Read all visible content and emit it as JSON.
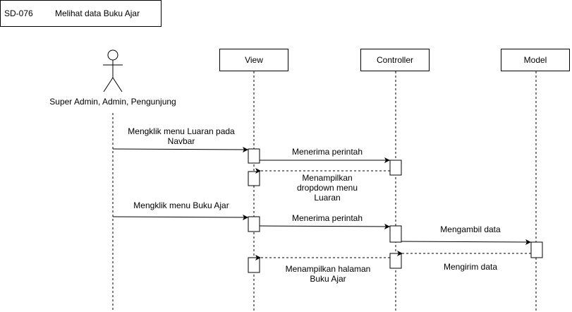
{
  "frame": {
    "id": "SD-076",
    "title": "Melihat data Buku Ajar"
  },
  "actor": {
    "label": "Super Admin, Admin, Pengunjung"
  },
  "participants": {
    "view": "View",
    "controller": "Controller",
    "model": "Model"
  },
  "messages": {
    "m1": "Mengklik menu Luaran pada\nNavbar",
    "m2": "Menerima perintah",
    "m3": "Menampilkan\ndropdown menu\nLuaran",
    "m4": "Mengklik menu Buku Ajar",
    "m5": "Menerima perintah",
    "m6": "Mengambil data",
    "m7": "Mengirim data",
    "m8": "Menampilkan halaman\nBuku Ajar"
  }
}
